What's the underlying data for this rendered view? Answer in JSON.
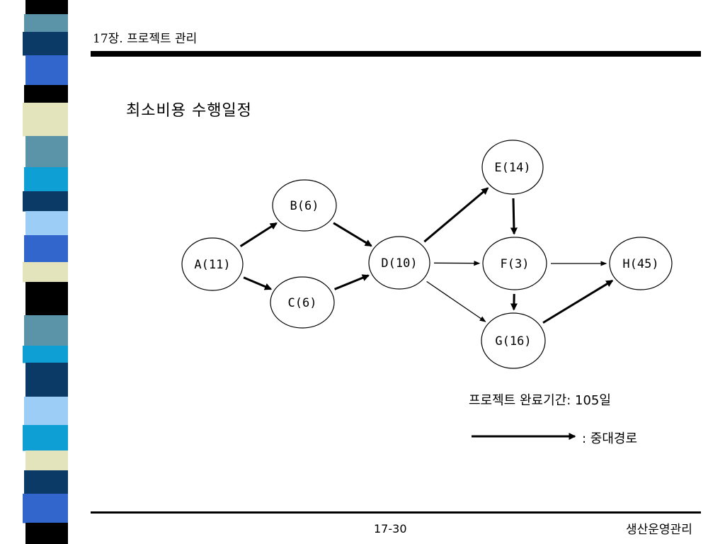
{
  "header": {
    "chapter_title": "17장. 프로젝트 관리"
  },
  "slide": {
    "title": "최소비용 수행일정"
  },
  "network": {
    "nodes": [
      {
        "id": "A",
        "label": "A(11)"
      },
      {
        "id": "B",
        "label": "B(6)"
      },
      {
        "id": "C",
        "label": "C(6)"
      },
      {
        "id": "D",
        "label": "D(10)"
      },
      {
        "id": "E",
        "label": "E(14)"
      },
      {
        "id": "F",
        "label": "F(3)"
      },
      {
        "id": "G",
        "label": "G(16)"
      },
      {
        "id": "H",
        "label": "H(45)"
      }
    ],
    "edges": [
      {
        "from": "A",
        "to": "B",
        "critical": true
      },
      {
        "from": "A",
        "to": "C",
        "critical": true
      },
      {
        "from": "B",
        "to": "D",
        "critical": true
      },
      {
        "from": "C",
        "to": "D",
        "critical": true
      },
      {
        "from": "D",
        "to": "E",
        "critical": true
      },
      {
        "from": "D",
        "to": "F",
        "critical": false
      },
      {
        "from": "D",
        "to": "G",
        "critical": false
      },
      {
        "from": "E",
        "to": "F",
        "critical": true
      },
      {
        "from": "F",
        "to": "G",
        "critical": true
      },
      {
        "from": "F",
        "to": "H",
        "critical": false
      },
      {
        "from": "G",
        "to": "H",
        "critical": true
      }
    ]
  },
  "info": {
    "completion": "프로젝트 완료기간: 105일",
    "legend_label": ": 중대경로"
  },
  "footer": {
    "page_number": "17-30",
    "course_name": "생산운영관리"
  },
  "colors": {
    "stripe_dark": "#0c3a66",
    "stripe_blue": "#3366cc",
    "stripe_teal": "#5b93a8",
    "stripe_cyan": "#0e9fd4",
    "stripe_light_blue": "#9ccdf7",
    "stripe_cream": "#e4e4bc",
    "stripe_black": "#000000"
  }
}
